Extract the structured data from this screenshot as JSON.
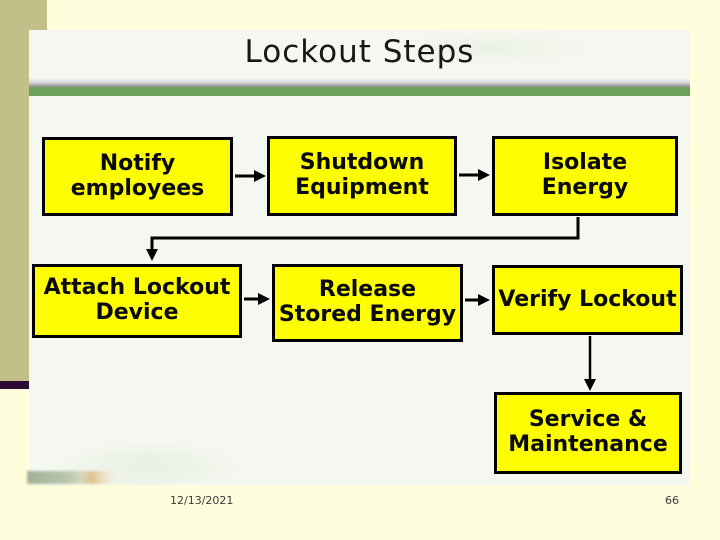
{
  "slide": {
    "title": "Lockout Steps",
    "steps": [
      {
        "id": "notify-employees",
        "label": "Notify\nemployees"
      },
      {
        "id": "shutdown-equipment",
        "label": "Shutdown\nEquipment"
      },
      {
        "id": "isolate-energy",
        "label": "Isolate\nEnergy"
      },
      {
        "id": "attach-lockout-device",
        "label": "Attach Lockout\nDevice"
      },
      {
        "id": "release-stored-energy",
        "label": "Release\nStored Energy"
      },
      {
        "id": "verify-lockout",
        "label": "Verify Lockout"
      },
      {
        "id": "service-maintenance",
        "label": "Service &\nMaintenance"
      }
    ],
    "colors": {
      "page_background": "#FFFEDC",
      "slide_background": "#F5F8F1",
      "box_fill": "#FEFE00",
      "box_border": "#000000",
      "accent_green_bar": "#6BA158",
      "left_strip_khaki": "#C3BF89",
      "purple_band": "#2E0B33",
      "arrow": "#000000"
    }
  },
  "footer": {
    "date": "12/13/2021",
    "slide_number": "66"
  }
}
